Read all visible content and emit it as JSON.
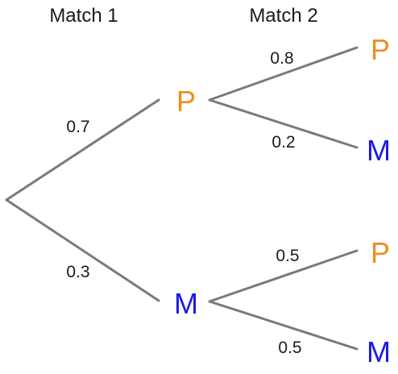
{
  "headers": {
    "match1": "Match 1",
    "match2": "Match 2"
  },
  "colors": {
    "P": "#f28c1c",
    "M": "#1a1ae6",
    "branch": "#7a7a7a"
  },
  "stage1": {
    "upper": {
      "node": "P",
      "prob": "0.7"
    },
    "lower": {
      "node": "M",
      "prob": "0.3"
    }
  },
  "stage2": {
    "fromP": {
      "upper": {
        "node": "P",
        "prob": "0.8"
      },
      "lower": {
        "node": "M",
        "prob": "0.2"
      }
    },
    "fromM": {
      "upper": {
        "node": "P",
        "prob": "0.5"
      },
      "lower": {
        "node": "M",
        "prob": "0.5"
      }
    }
  }
}
